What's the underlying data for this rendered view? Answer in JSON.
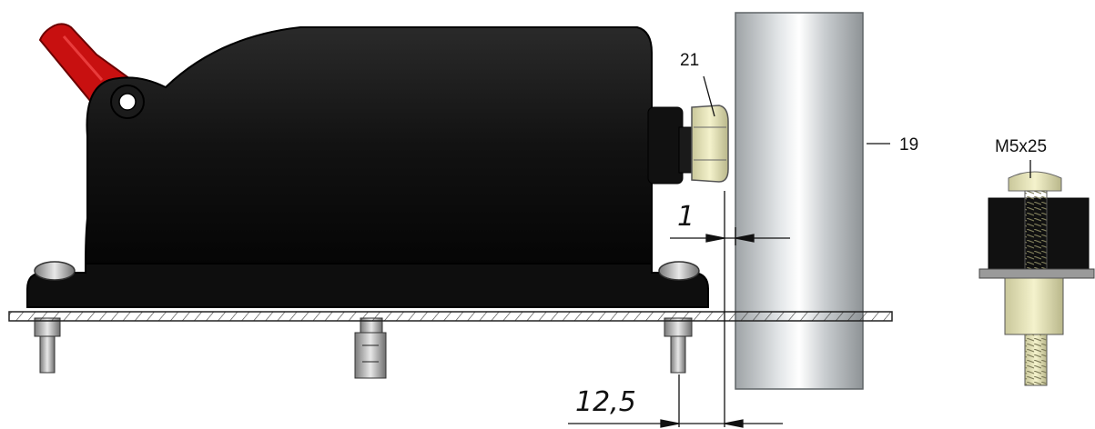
{
  "labels": {
    "callout_21": "21",
    "callout_19": "19",
    "callout_screw": "M5x25",
    "dim_gap": "1",
    "dim_offset": "12,5"
  },
  "colors": {
    "housing": "#121212",
    "lever": "#c81010",
    "pipe": "#b8bcbe",
    "fitting": "#e8e6b8",
    "plate_hatch": "#444444"
  },
  "icons": {
    "lever": "red-lever",
    "pipe": "vertical-pipe",
    "fitting": "cable-gland",
    "screw": "m5-screw-assembly"
  }
}
